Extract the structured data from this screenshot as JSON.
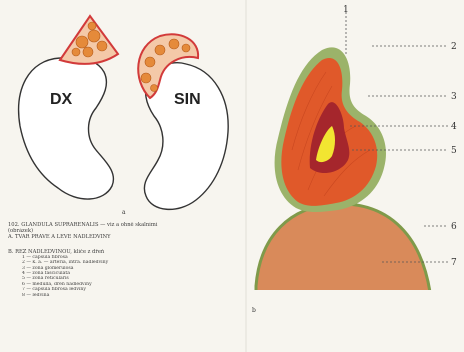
{
  "left_panel": {
    "kidney_right_label": "DX",
    "kidney_left_label": "SIN",
    "figure_letter": "a"
  },
  "caption": {
    "line1": "102. GLANDULA SUPRARENALIS — viz a ohně skalnímí",
    "line2": "(obrázek)",
    "line3": "A. TVAR PRAVÉ A LEVÉ NADLEDVINY",
    "line4": "B. ŘEZ NADLEDVINOU, klíče z dřeň",
    "items": [
      "1 — capsula fibrosa",
      "2 — k. a. — arteria, intra. nadledviny",
      "3 — zona glomerulosa",
      "4 — zona fasciculata",
      "5 — zona reticularis",
      "6 — medulla, dřeň nadledviny",
      "7 — capsula fibrosa ledviny",
      "8 — ledvina"
    ]
  },
  "right_panel": {
    "labels": [
      "1",
      "2",
      "3",
      "4",
      "5",
      "6",
      "7"
    ],
    "figure_letter": "b"
  },
  "colors": {
    "kidney_outline": "#3a3a3a",
    "adrenal_outline": "#d13a3a",
    "adrenal_fill": "#e58a3a",
    "cortex_orange": "#e0592a",
    "capsule_green": "#9bb36a",
    "medulla_red": "#a5262c",
    "medulla_yellow": "#f2e531",
    "kidney_section": "#d98a5a"
  }
}
